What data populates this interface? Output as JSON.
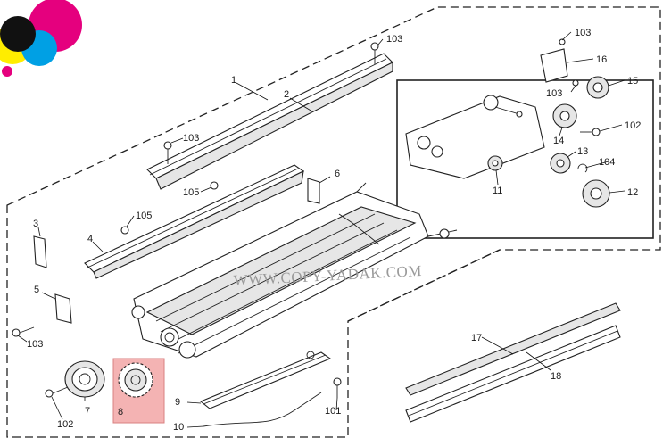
{
  "watermark": "WWW.COPY-YADAK.COM",
  "highlight_color": "#f4b3b3",
  "logo_colors": [
    "#e5007e",
    "#ffed00",
    "#00a0e4",
    "#111111"
  ],
  "callouts": {
    "p1": "1",
    "p2": "2",
    "p3": "3",
    "p4": "4",
    "p5": "5",
    "p6": "6",
    "p7": "7",
    "p8": "8",
    "p9": "9",
    "p10": "10",
    "p11": "11",
    "p12": "12",
    "p13": "13",
    "p14": "14",
    "p15": "15",
    "p16": "16",
    "p17": "17",
    "p18": "18",
    "p101": "101",
    "p102a": "102",
    "p102b": "102",
    "p103a": "103",
    "p103b": "103",
    "p103c": "103",
    "p103d": "103",
    "p103e": "103",
    "p104": "104",
    "p105a": "105",
    "p105b": "105"
  }
}
